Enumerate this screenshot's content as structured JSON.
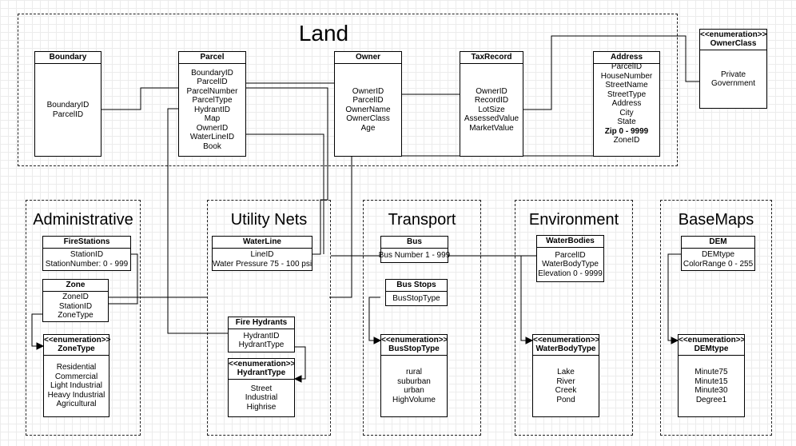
{
  "groups": {
    "land": "Land",
    "administrative": "Administrative",
    "utility": "Utility Nets",
    "transport": "Transport",
    "environment": "Environment",
    "basemaps": "BaseMaps"
  },
  "classes": {
    "boundary": {
      "name": "Boundary",
      "attrs": [
        "BoundaryID",
        "ParcelID"
      ]
    },
    "parcel": {
      "name": "Parcel",
      "attrs": [
        "BoundaryID",
        "ParcelID",
        "ParcelNumber",
        "ParcelType",
        "HydrantID",
        "Map",
        "OwnerID",
        "WaterLineID",
        "Book"
      ]
    },
    "owner": {
      "name": "Owner",
      "attrs": [
        "OwnerID",
        "ParcelID",
        "OwnerName",
        "OwnerClass",
        "Age"
      ]
    },
    "taxrecord": {
      "name": "TaxRecord",
      "attrs": [
        "OwnerID",
        "RecordID",
        "LotSize",
        "AssessedValue",
        "MarketValue"
      ]
    },
    "address": {
      "name": "Address",
      "attrs": [
        "ParcelID",
        "HouseNumber",
        "StreetName",
        "StreetType",
        "Address",
        "City",
        "State",
        "Zip 0 - 9999",
        "ZoneID"
      ]
    },
    "ownerclass": {
      "stereotype": "<<enumeration>>",
      "name": "OwnerClass",
      "attrs": [
        "Private",
        "Government"
      ]
    },
    "firestations": {
      "name": "FireStations",
      "attrs": [
        "StationID",
        "StationNumber: 0 - 999"
      ]
    },
    "zone": {
      "name": "Zone",
      "attrs": [
        "ZoneID",
        "StationID",
        "ZoneType"
      ]
    },
    "zonetype": {
      "stereotype": "<<enumeration>>",
      "name": "ZoneType",
      "attrs": [
        "Residential",
        "Commercial",
        "Light Industrial",
        "Heavy Industrial",
        "Agricultural"
      ]
    },
    "waterline": {
      "name": "WaterLine",
      "attrs": [
        "LineID",
        "Water Pressure 75 - 100 psi"
      ]
    },
    "firehydrants": {
      "name": "Fire Hydrants",
      "attrs": [
        "HydrantID",
        "HydrantType"
      ]
    },
    "hydranttype": {
      "stereotype": "<<enumeration>>",
      "name": "HydrantType",
      "attrs": [
        "Street",
        "Industrial",
        "Highrise"
      ]
    },
    "bus": {
      "name": "Bus",
      "attrs": [
        "Bus Number 1 - 999"
      ]
    },
    "busstops": {
      "name": "Bus Stops",
      "attrs": [
        "BusStopType"
      ]
    },
    "busstoptype": {
      "stereotype": "<<enumeration>>",
      "name": "BusStopType",
      "attrs": [
        "rural",
        "suburban",
        "urban",
        "HighVolume"
      ]
    },
    "waterbodies": {
      "name": "WaterBodies",
      "attrs": [
        "ParcelID",
        "WaterBodyType",
        "Elevation 0 - 9999"
      ]
    },
    "waterbodytype": {
      "stereotype": "<<enumeration>>",
      "name": "WaterBodyType",
      "attrs": [
        "Lake",
        "River",
        "Creek",
        "Pond"
      ]
    },
    "dem": {
      "name": "DEM",
      "attrs": [
        "DEMtype",
        "ColorRange 0 - 255"
      ]
    },
    "demtype": {
      "stereotype": "<<enumeration>>",
      "name": "DEMtype",
      "attrs": [
        "Minute75",
        "Minute15",
        "Minute30",
        "Degree1"
      ]
    }
  }
}
